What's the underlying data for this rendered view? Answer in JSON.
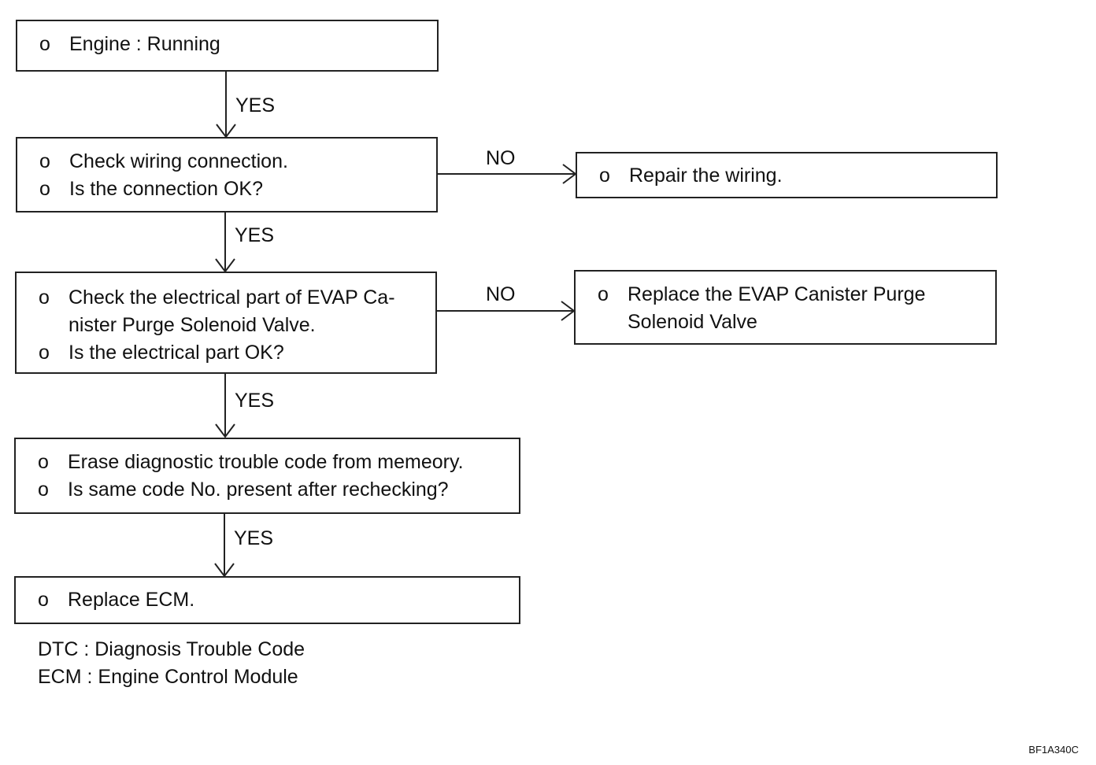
{
  "steps": [
    {
      "lines": [
        "Engine : Running"
      ]
    },
    {
      "lines": [
        "Check wiring connection.",
        "Is the connection OK?"
      ]
    },
    {
      "lines": [
        "Check the electrical part of EVAP Ca-",
        "nister Purge Solenoid Valve.",
        "Is the electrical part OK?"
      ]
    },
    {
      "lines": [
        "Erase diagnostic trouble code from memeory.",
        "Is same code No. present after rechecking?"
      ]
    },
    {
      "lines": [
        "Replace ECM."
      ]
    }
  ],
  "actions": [
    {
      "lines": [
        "Repair the wiring."
      ]
    },
    {
      "lines": [
        "Replace the EVAP Canister Purge",
        "Solenoid Valve"
      ]
    }
  ],
  "bullet": "o",
  "labels": {
    "yes": "YES",
    "no": "NO"
  },
  "legend": [
    "DTC : Diagnosis Trouble Code",
    "ECM : Engine Control Module"
  ],
  "figure_code": "BF1A340C"
}
